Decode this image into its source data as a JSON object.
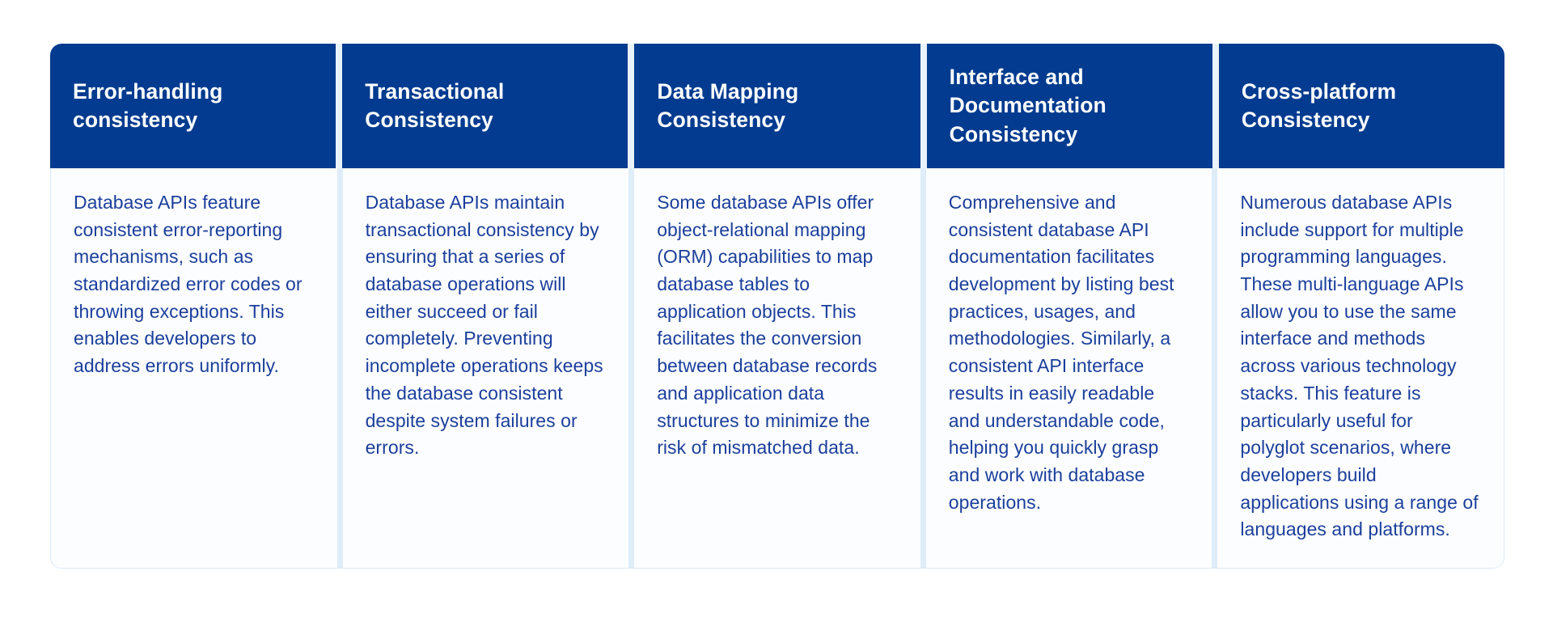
{
  "table": {
    "columns": [
      {
        "header": "Error-handling\nconsistency",
        "body": "Database APIs feature consistent error-reporting mechanisms, such as standardized error codes or throwing exceptions. This enables developers to address errors uniformly."
      },
      {
        "header": "Transactional\nConsistency",
        "body": "Database APIs maintain transactional consistency by ensuring that a series of database operations will either succeed or fail completely. Preventing incomplete operations keeps the database consistent despite system failures or errors."
      },
      {
        "header": "Data Mapping\nConsistency",
        "body": "Some database APIs offer object-relational mapping (ORM) capabilities to map database tables to application objects. This facilitates the conversion between database records and application data structures to minimize the risk of mismatched data."
      },
      {
        "header": "Interface and\nDocumentation\nConsistency",
        "body": "Comprehensive and consistent database API documentation facilitates development by listing best practices, usages, and methodologies. Similarly, a consistent API interface results in easily readable and understandable code, helping you quickly grasp and work with database operations."
      },
      {
        "header": "Cross-platform\nConsistency",
        "body": "Numerous database APIs include support for multiple programming languages. These multi-language APIs allow you to use the same interface and methods across various technology stacks. This feature is particularly useful for polyglot scenarios, where developers build applications using a range of languages and platforms."
      }
    ]
  },
  "colors": {
    "header_background": "#023b8f",
    "header_text": "#ffffff",
    "body_text": "#1b3f9b",
    "body_background": "#fcfdff",
    "divider": "#dfedf9",
    "page_background": "#ffffff"
  }
}
